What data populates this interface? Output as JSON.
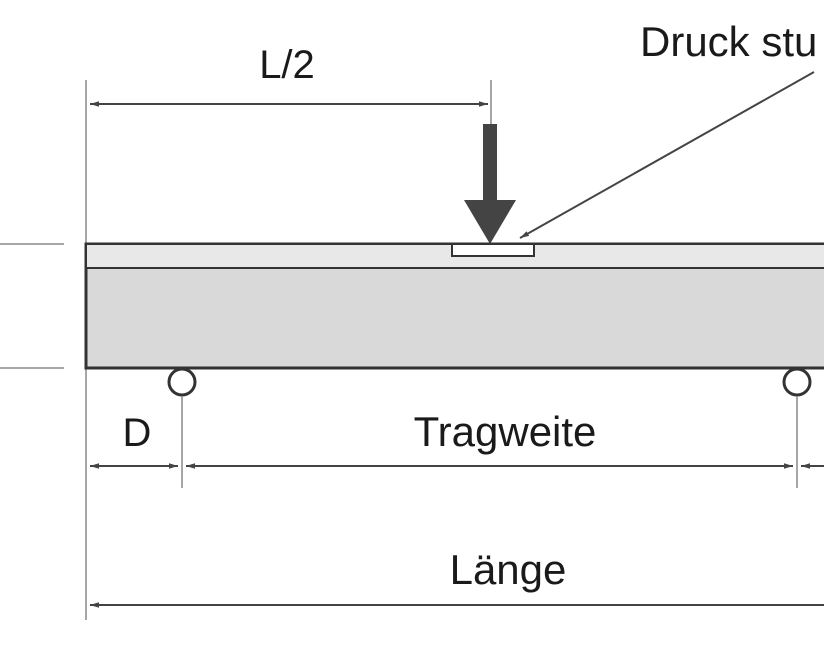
{
  "labels": {
    "half_length": "L/2",
    "load_stamp": "Druck stu",
    "overhang": "D",
    "span": "Tragweite",
    "length": "Länge"
  },
  "colors": {
    "line": "#444444",
    "beam_body": "#d9d9d9",
    "beam_top": "#e8e8e8",
    "background": "#ffffff"
  }
}
